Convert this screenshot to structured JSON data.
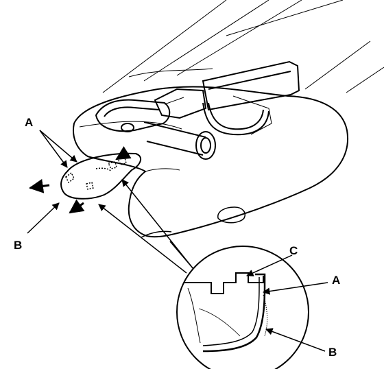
{
  "labels": {
    "a_left": "A",
    "b_left": "B",
    "c": "C",
    "a_right": "A",
    "b_right": "B"
  },
  "colors": {
    "line": "#000000",
    "background": "#ffffff"
  }
}
